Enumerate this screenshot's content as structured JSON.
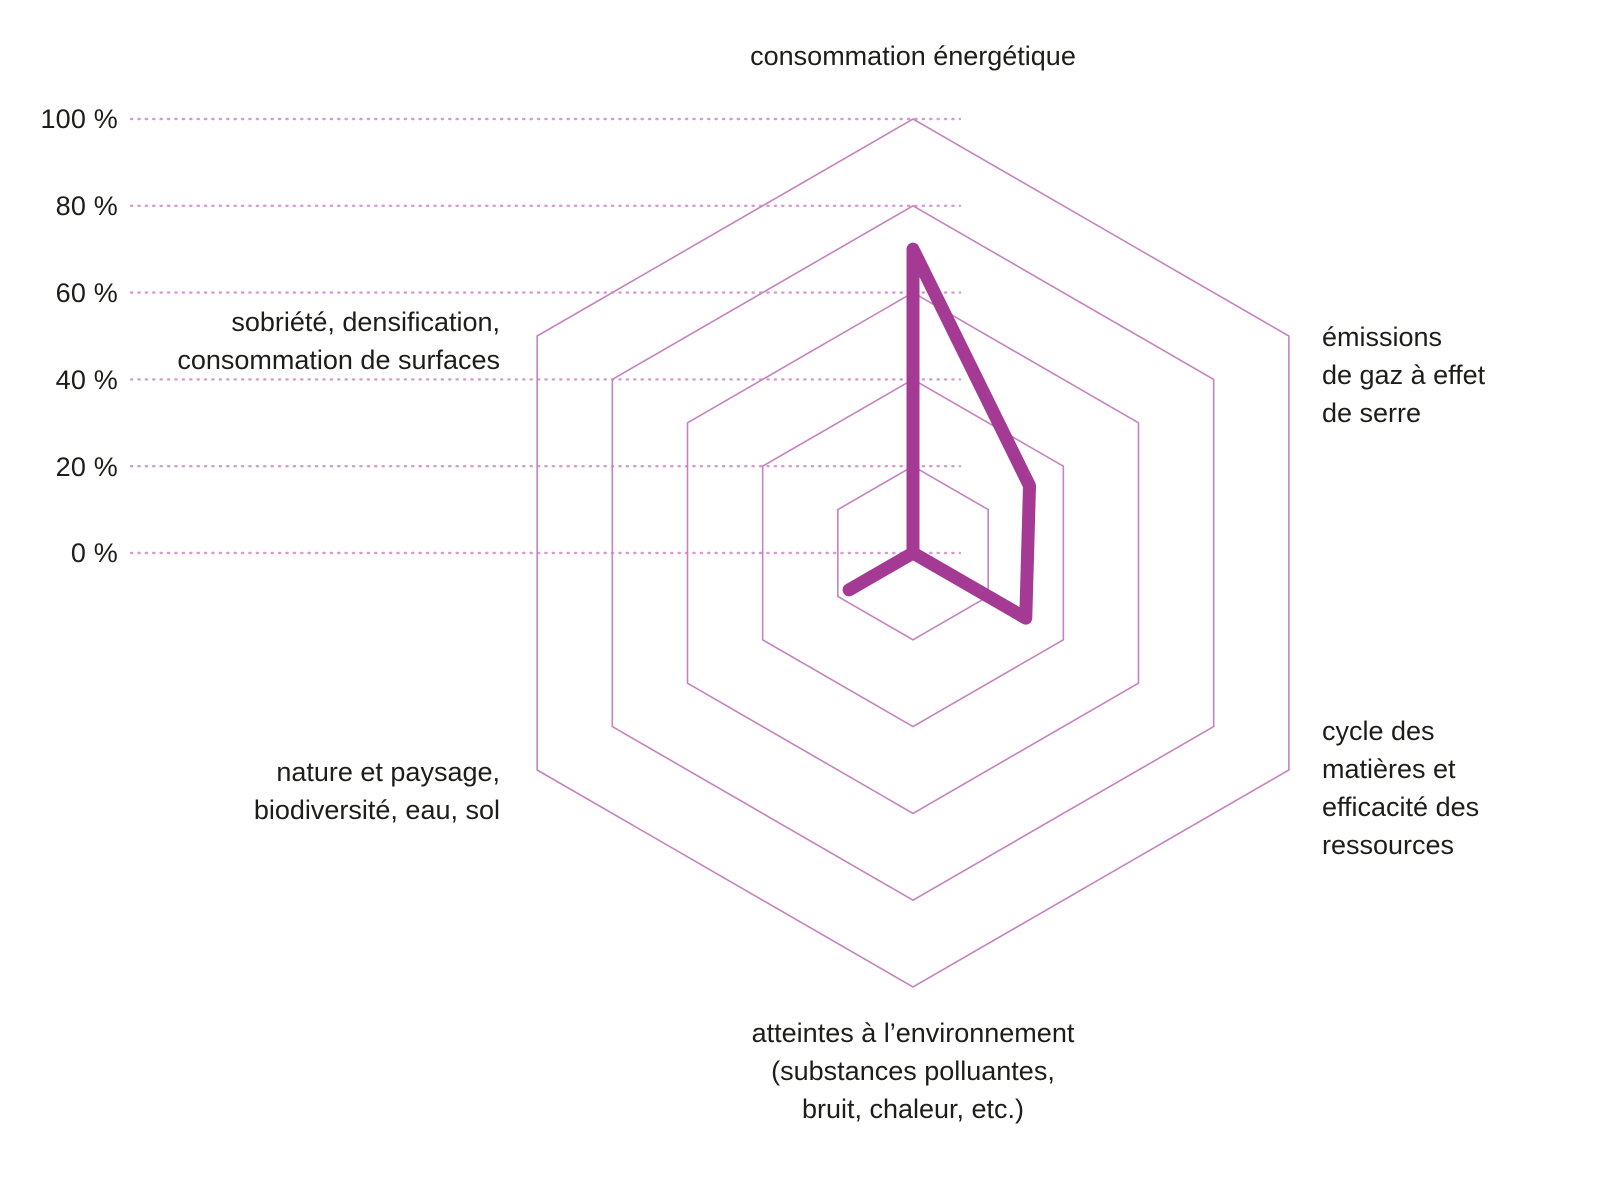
{
  "chart_data": {
    "type": "radar",
    "title": "",
    "categories": [
      "consommation énergétique",
      "émissions de gaz à effet de serre",
      "cycle des matières et efficacité des ressources",
      "atteintes à l’environnement (substances polluantes, bruit, chaleur, etc.)",
      "nature et paysage, biodiversité, eau, sol",
      "sobriété, densification, consommation de surfaces"
    ],
    "series": [
      {
        "name": "",
        "values": [
          70,
          31,
          30,
          0,
          17,
          0
        ],
        "color": "#a43a94"
      }
    ],
    "rlim": [
      0,
      100
    ],
    "rticks": [
      0,
      20,
      40,
      60,
      80,
      100
    ],
    "rtick_labels": [
      "0 %",
      "20 %",
      "40 %",
      "60 %",
      "80 %",
      "100 %"
    ],
    "grid": true,
    "grid_shape": "hexagon",
    "grid_color": "#c583c0",
    "gridline_color": "#d79ad2",
    "legend": "none",
    "unit": "%"
  },
  "axis": {
    "tick_labels": [
      {
        "text": "100 %",
        "value": 100
      },
      {
        "text": "80 %",
        "value": 80
      },
      {
        "text": "60 %",
        "value": 60
      },
      {
        "text": "40 %",
        "value": 40
      },
      {
        "text": "20 %",
        "value": 20
      },
      {
        "text": "0 %",
        "value": 0
      }
    ]
  },
  "category_labels": [
    {
      "id": "consommation-energetique",
      "lines": [
        "consommation énergétique"
      ]
    },
    {
      "id": "emissions-gaz-effet-de-serre",
      "lines": [
        "émissions",
        "de gaz à effet",
        "de serre"
      ]
    },
    {
      "id": "cycle-des-matieres",
      "lines": [
        "cycle des",
        "matières et",
        "efficacité des",
        "ressources"
      ]
    },
    {
      "id": "atteintes-environnement",
      "lines": [
        "atteintes à l’environnement",
        "(substances polluantes,",
        "bruit, chaleur, etc.)"
      ]
    },
    {
      "id": "nature-et-paysage",
      "lines": [
        "nature et paysage,",
        "biodiversité, eau, sol"
      ]
    },
    {
      "id": "sobriete-densification",
      "lines": [
        "sobriété, densification,",
        "consommation de surfaces"
      ]
    }
  ],
  "colors": {
    "series": "#a43a94",
    "grid": "#c583c0",
    "gridlines": "#d79ad2",
    "text": "#1d1d1b",
    "background": "#ffffff"
  }
}
